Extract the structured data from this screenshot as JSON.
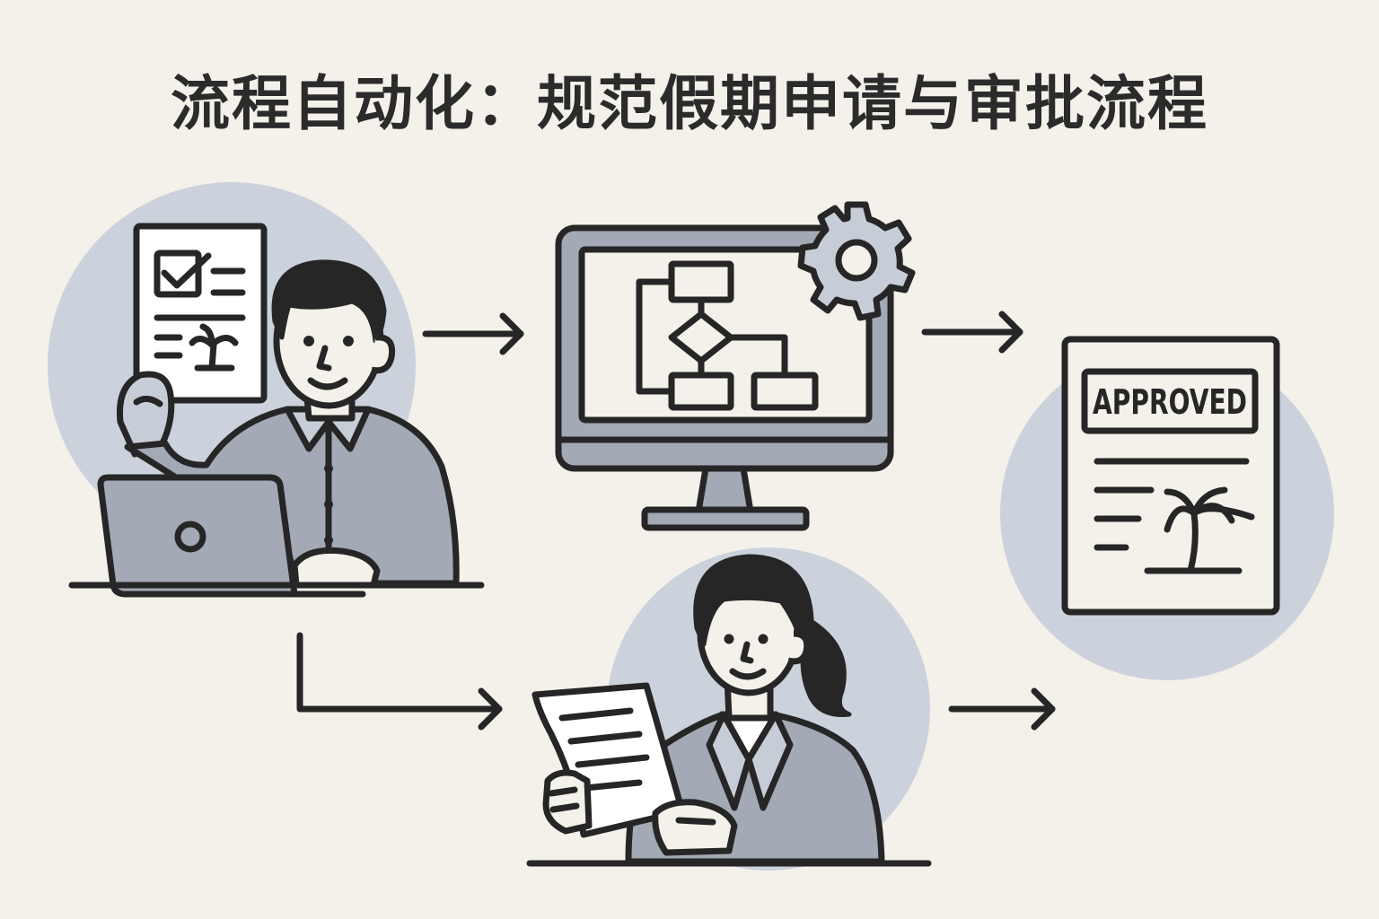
{
  "title": "流程自动化：规范假期申请与审批流程",
  "steps": [
    {
      "id": "employee-request"
    },
    {
      "id": "automation-system"
    },
    {
      "id": "manager-review"
    },
    {
      "id": "approved-document",
      "stamp": "APPROVED"
    }
  ],
  "colors": {
    "background": "#f4f1ea",
    "accent_circle": "#cbd2dc",
    "shirt_gray": "#a3a9b5",
    "outline": "#262626"
  },
  "icons": [
    "checkbox-icon",
    "palm-tree-icon",
    "gear-icon",
    "flowchart-icon",
    "laptop-icon",
    "arrow-right-icon"
  ]
}
